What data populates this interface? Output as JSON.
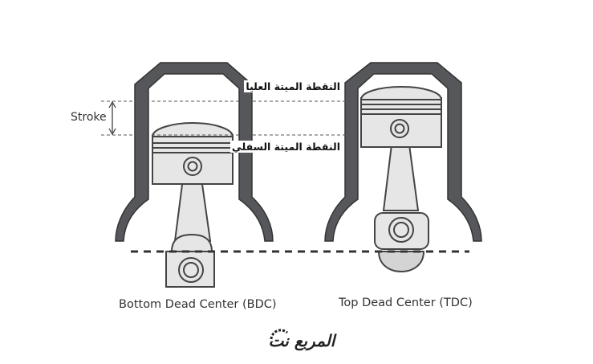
{
  "labels": {
    "tdc_arabic": "النقطة الميتة العليا",
    "bdc_arabic": "النقطة الميتة السفلي",
    "stroke": "Stroke"
  },
  "captions": {
    "bottom": "Bottom Dead Center (BDC)",
    "top": "Top Dead Center (TDC)"
  },
  "logo": {
    "text": "المربع نت"
  },
  "colors": {
    "cylinder": "#55575a",
    "piston_fill": "#e6e6e6",
    "outline": "#444444",
    "dashed": "#333333"
  }
}
